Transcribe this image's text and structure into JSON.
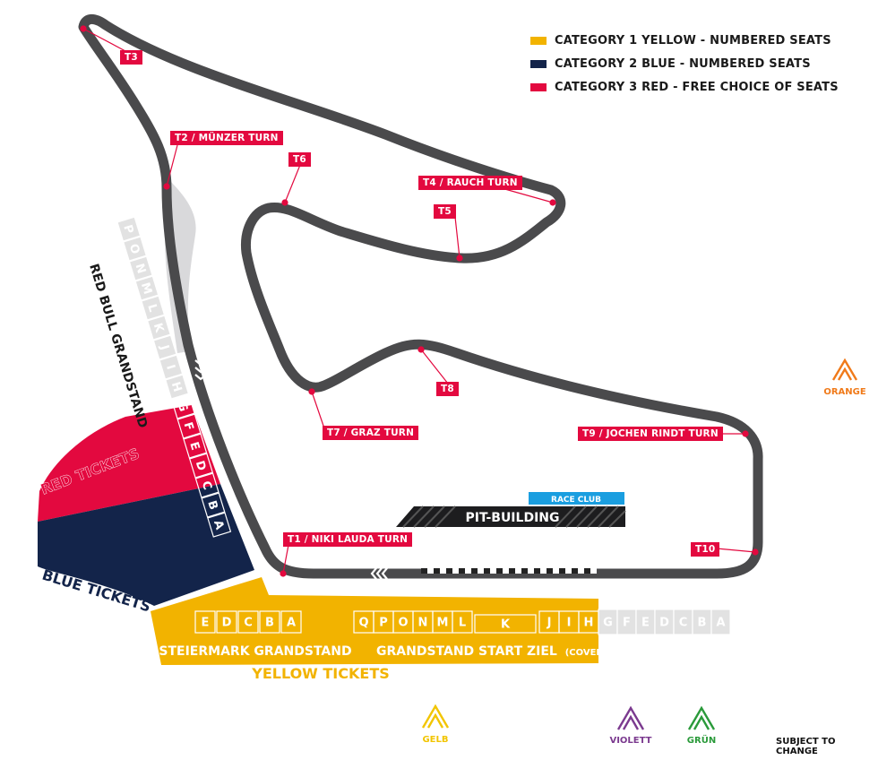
{
  "legend": {
    "items": [
      {
        "label": "CATEGORY 1 YELLOW - NUMBERED SEATS",
        "color": "#f2b300"
      },
      {
        "label": "CATEGORY 2 BLUE - NUMBERED SEATS",
        "color": "#13244a"
      },
      {
        "label": "CATEGORY 3 RED - FREE CHOICE OF SEATS",
        "color": "#e3093f"
      }
    ]
  },
  "turns": {
    "t1": "T1 / NIKI LAUDA TURN",
    "t2": "T2 / MÜNZER TURN",
    "t3": "T3",
    "t4": "T4 / RAUCH TURN",
    "t5": "T5",
    "t6": "T6",
    "t7": "T7 / GRAZ TURN",
    "t8": "T8",
    "t9": "T9 / JOCHEN RINDT TURN",
    "t10": "T10"
  },
  "buildings": {
    "pit": "PIT-BUILDING",
    "race_club": "RACE CLUB"
  },
  "grandstands": {
    "red_bull": "RED BULL GRANDSTAND",
    "steiermark": "STEIERMARK GRANDSTAND",
    "start_ziel": "GRANDSTAND START ZIEL",
    "start_ziel_note": "(COVERED)",
    "red_bull_sections_grey": [
      "P",
      "O",
      "N",
      "M",
      "L",
      "K",
      "J",
      "I",
      "H"
    ],
    "red_bull_sections_red": [
      "G",
      "F",
      "E",
      "D"
    ],
    "red_bull_sections_blue": [
      "C",
      "B",
      "A"
    ],
    "steiermark_sections": [
      "E",
      "D",
      "C",
      "B",
      "A"
    ],
    "start_ziel_left": [
      "Q",
      "P",
      "O",
      "N",
      "M",
      "L"
    ],
    "start_ziel_mid": "K",
    "start_ziel_right": [
      "J",
      "I",
      "H"
    ],
    "start_ziel_grey": [
      "G",
      "F",
      "E",
      "D",
      "C",
      "B",
      "A"
    ]
  },
  "tickets": {
    "red": "RED TICKETS",
    "blue": "BLUE TICKETS",
    "yellow": "YELLOW TICKETS"
  },
  "gates": {
    "orange": {
      "label": "ORANGE",
      "color": "#f07a1a"
    },
    "gelb": {
      "label": "GELB",
      "color": "#f2c500"
    },
    "violett": {
      "label": "VIOLETT",
      "color": "#7b3a8f"
    },
    "gruen": {
      "label": "GRÜN",
      "color": "#2a9a3a"
    }
  },
  "footnote": "SUBJECT TO CHANGE",
  "colors": {
    "track": "#4a4a4c",
    "runoff": "#d9d9db",
    "red": "#e3093f",
    "blue": "#13244a",
    "yellow": "#f2b300",
    "grey_seat": "#dddddd",
    "race_club": "#1a9ee0"
  }
}
